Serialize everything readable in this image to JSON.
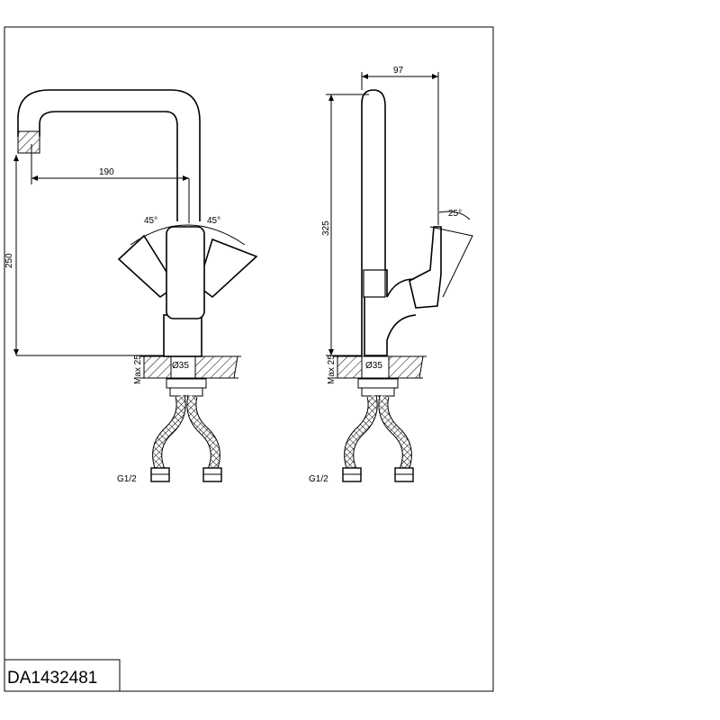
{
  "drawing": {
    "model_code": "DA1432481",
    "front_view": {
      "spout_reach": "190",
      "height": "250",
      "handle_angle_left": "45°",
      "handle_angle_right": "45°",
      "deck_thickness": "Max 25",
      "hole_diameter": "Ø35",
      "connection": "G1/2"
    },
    "side_view": {
      "depth": "97",
      "height": "325",
      "handle_angle": "25°",
      "deck_thickness": "Max 25",
      "hole_diameter": "Ø35",
      "connection": "G1/2"
    }
  }
}
